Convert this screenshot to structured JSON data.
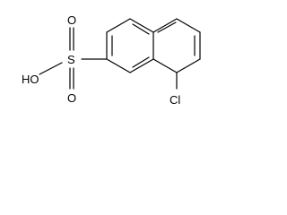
{
  "molecule": {
    "atoms": {
      "cl": "Cl",
      "s": "S",
      "o_top": "O",
      "o_bottom": "O",
      "ho": "HO"
    }
  },
  "colors": {
    "bond": "#000000",
    "background": "#ffffff"
  }
}
